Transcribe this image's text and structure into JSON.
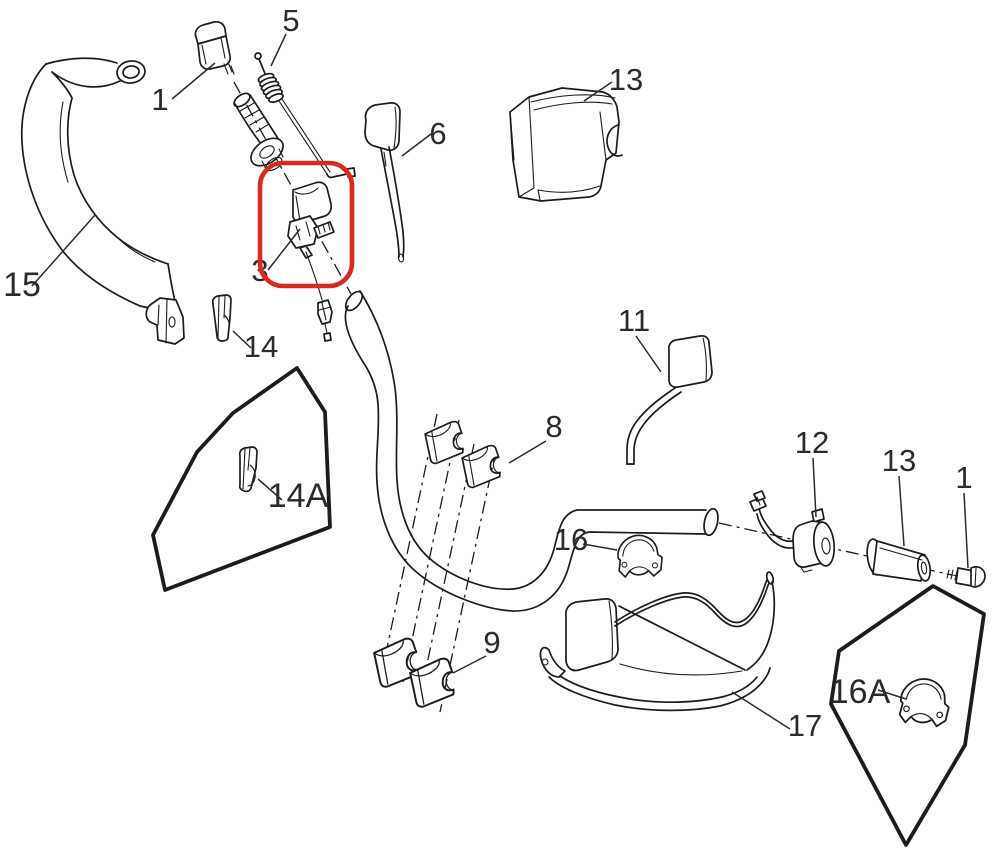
{
  "diagram": {
    "kind": "exploded-parts-line-drawing",
    "highlighted_part": "3"
  },
  "colors": {
    "background": "#ffffff",
    "line": "#1c1c1c",
    "label": "#2b2b2b",
    "highlight": "#d62a22"
  },
  "labels": {
    "p1_top": "1",
    "p5": "5",
    "p3": "3",
    "p6": "6",
    "p13_top": "13",
    "p15": "15",
    "p14": "14",
    "p14a": "14A",
    "p8": "8",
    "p11": "11",
    "p16": "16",
    "p9": "9",
    "p12": "12",
    "p13_right": "13",
    "p1_right": "1",
    "p17": "17",
    "p16a": "16A"
  }
}
